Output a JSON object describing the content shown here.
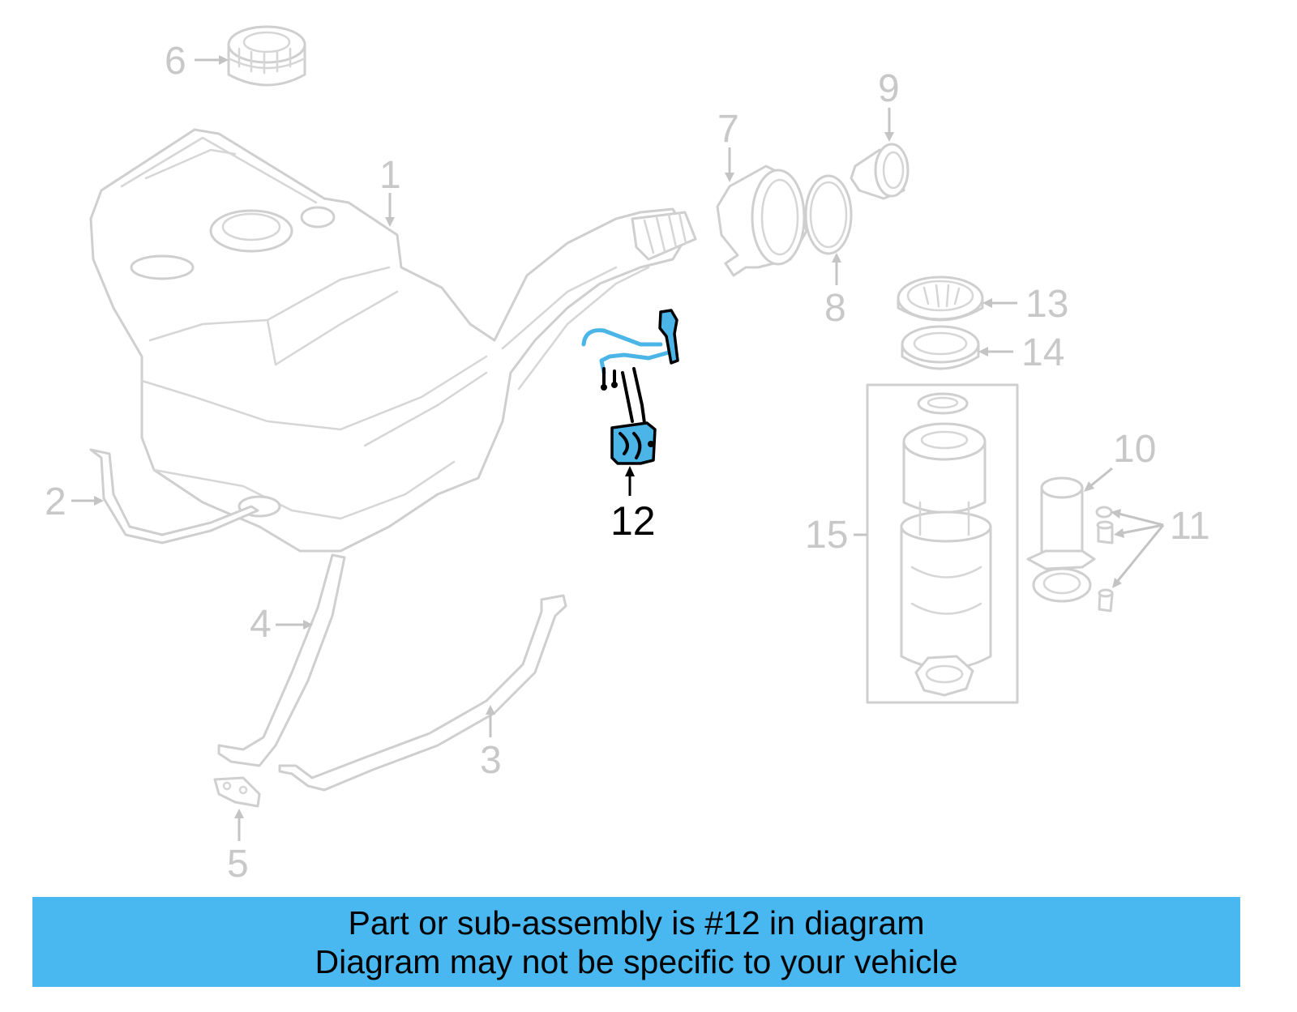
{
  "diagram": {
    "highlighted_part": "12",
    "callouts": {
      "c1": "1",
      "c2": "2",
      "c3": "3",
      "c4": "4",
      "c5": "5",
      "c6": "6",
      "c7": "7",
      "c8": "8",
      "c9": "9",
      "c10": "10",
      "c11": "11",
      "c12": "12",
      "c13": "13",
      "c14": "14",
      "c15": "15"
    },
    "colors": {
      "highlight": "#4bb5e8",
      "banner": "#4ab8f0",
      "linework": "#cfcfcf"
    }
  },
  "banner": {
    "line1": "Part or sub-assembly is #12 in diagram",
    "line2": "Diagram may not be specific to your vehicle"
  }
}
